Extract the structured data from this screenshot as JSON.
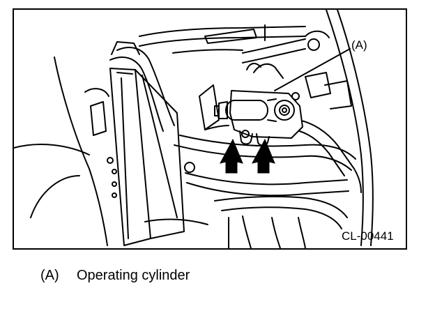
{
  "figure": {
    "callout_label": "(A)",
    "figure_code": "CL-00441"
  },
  "legend": {
    "items": [
      {
        "key": "(A)",
        "text": "Operating cylinder"
      }
    ]
  },
  "colors": {
    "ink": "#000000",
    "paper": "#ffffff",
    "shade": "#e6e6e6"
  }
}
